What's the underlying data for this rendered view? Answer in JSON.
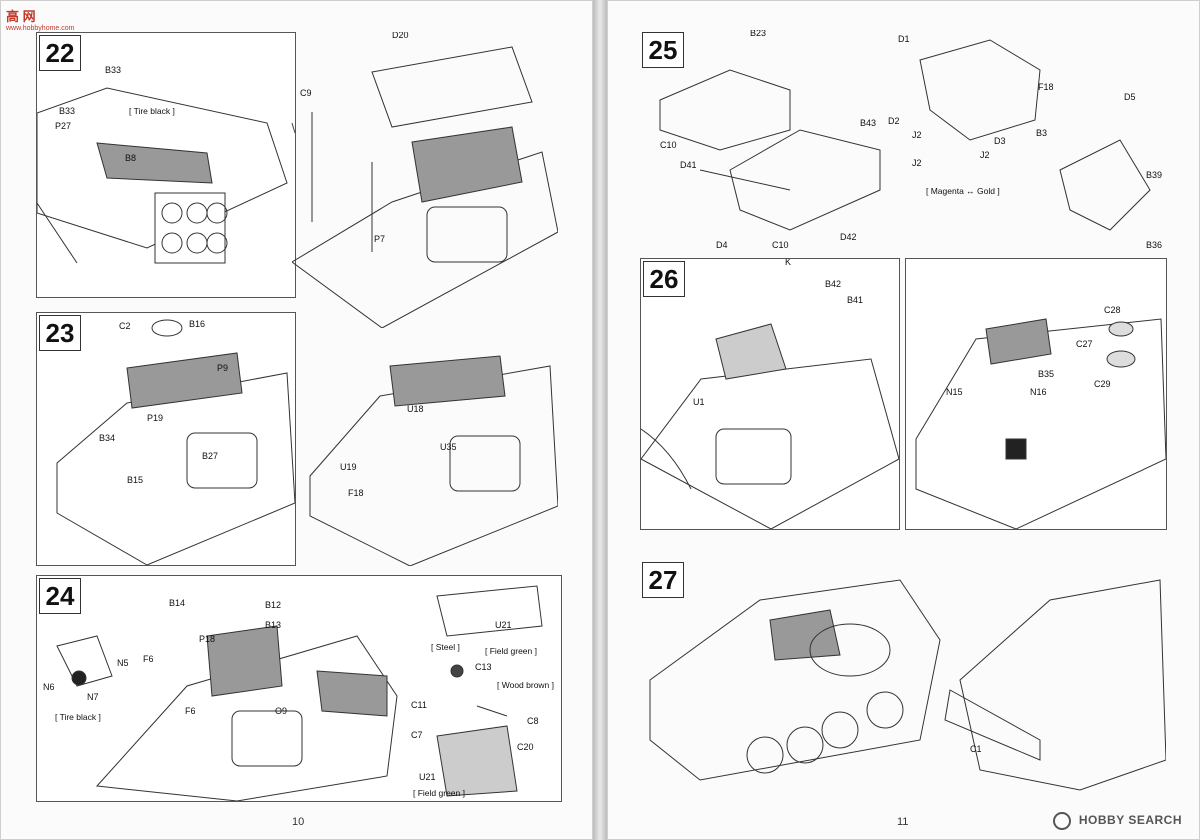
{
  "watermark_top": {
    "main": "高 网",
    "sub": "www.hobbyhome.com"
  },
  "watermark_bottom": "HOBBY SEARCH",
  "page_left_number": "10",
  "page_right_number": "11",
  "steps": {
    "s22": {
      "number": "22",
      "labels": {
        "b33a": "B33",
        "b33b": "B33",
        "tire": "[ Tire black ]",
        "p27": "P27",
        "b8": "B8",
        "d20": "D20",
        "c9": "C9",
        "p7": "P7"
      }
    },
    "s23": {
      "number": "23",
      "labels": {
        "c2": "C2",
        "b16": "B16",
        "p9": "P9",
        "p19": "P19",
        "b34": "B34",
        "b27": "B27",
        "b15": "B15",
        "u18": "U18",
        "u35": "U35",
        "u19": "U19",
        "f18": "F18"
      }
    },
    "s24": {
      "number": "24",
      "labels": {
        "b14": "B14",
        "b12": "B12",
        "b13": "B13",
        "p18": "P18",
        "f6a": "F6",
        "f6b": "F6",
        "o9": "O9",
        "n6": "N6",
        "n7": "N7",
        "n5": "N5",
        "tire": "[ Tire black ]",
        "u21a": "U21",
        "steel": "[ Steel ]",
        "field1": "[ Field green ]",
        "c13": "C13",
        "wood": "[ Wood brown ]",
        "c11": "C11",
        "c8": "C8",
        "c7": "C7",
        "c20": "C20",
        "u21b": "U21",
        "field2": "[ Field green ]"
      }
    },
    "s25": {
      "number": "25",
      "labels": {
        "b23": "B23",
        "c10a": "C10",
        "b43": "B43",
        "d41": "D41",
        "d4": "D4",
        "c10b": "C10",
        "d42": "D42",
        "d1": "D1",
        "d2": "D2",
        "j2a": "J2",
        "j2b": "J2",
        "j2c": "J2",
        "d3": "D3",
        "magenta": "[ Magenta ↔ Gold ]",
        "f18": "F18",
        "d5": "D5",
        "b3": "B3",
        "b39": "B39",
        "b36": "B36"
      }
    },
    "s26": {
      "number": "26",
      "labels": {
        "k": "K",
        "b42": "B42",
        "b41": "B41",
        "u1": "U1",
        "c28": "C28",
        "c27": "C27",
        "b35": "B35",
        "n15": "N15",
        "n16": "N16",
        "c29": "C29"
      }
    },
    "s27": {
      "number": "27",
      "labels": {
        "c1": "C1"
      }
    }
  }
}
